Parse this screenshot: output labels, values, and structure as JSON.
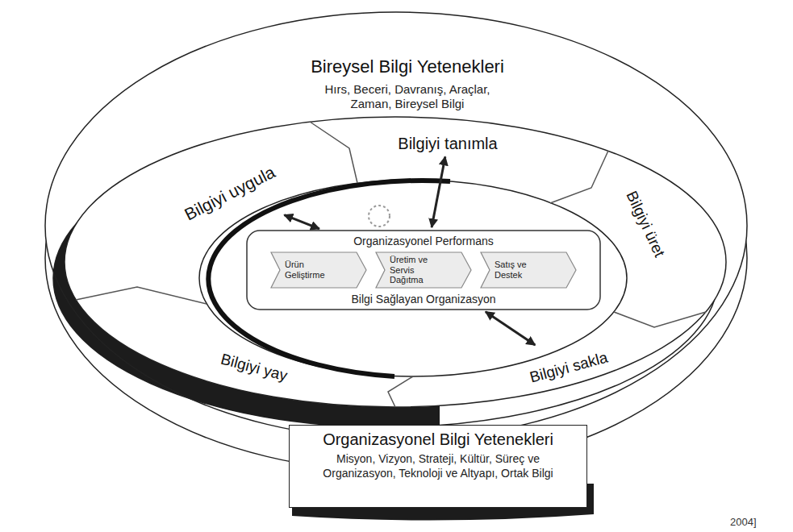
{
  "diagram": {
    "nodes": [
      {
        "text": [
          "Bireysel Bilgi Yetenekleri",
          "Hırs, Beceri, Davranış, Araçlar, Zaman, Bireysel Bilgi"
        ]
      },
      {
        "text": [
          "Bilgiyi tanımla"
        ],
        "in": 0
      },
      {
        "text": [
          "Bilgiyi üret"
        ],
        "in": 0
      },
      {
        "text": [
          "Bilgiyi sakla"
        ],
        "in": 0
      },
      {
        "text": [
          "Bilgiyi yay"
        ],
        "in": 0
      },
      {
        "text": [
          "Bilgiyi uygula"
        ],
        "in": 0
      },
      {
        "text": [
          "Organizasyonel Performans",
          "Bilgi Sağlayan Organizasyon"
        ],
        "in": 0
      },
      {
        "text": [
          "Ürün Geliştirme"
        ],
        "in": 6
      },
      {
        "text": [
          "Üretim ve Servis Dağıtma"
        ],
        "in": 6
      },
      {
        "text": [
          "Satış ve Destek"
        ],
        "in": 6
      },
      {
        "text": [
          "Organizasyonel Bilgi Yetenekleri",
          "Misyon, Vizyon, Strateji, Kültür, Süreç ve Organizasyon, Teknoloji ve Altyapı, Ortak Bilgi"
        ]
      }
    ],
    "edges": [
      {
        "from": 5,
        "to": 6,
        "arrow": "both"
      },
      {
        "from": 1,
        "to": 6,
        "arrow": "both"
      },
      {
        "from": 6,
        "to": 3,
        "arrow": "both"
      }
    ],
    "labels": [
      "2004]"
    ]
  }
}
